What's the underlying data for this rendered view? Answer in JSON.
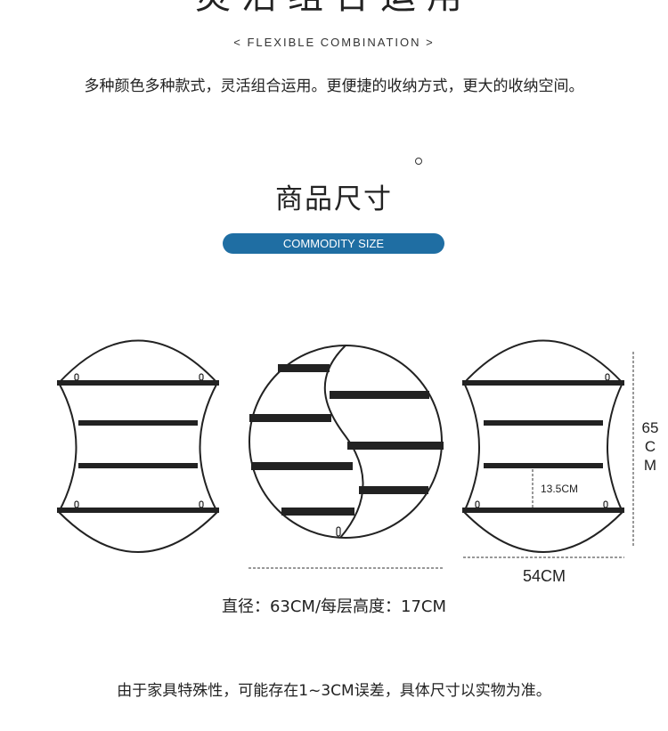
{
  "header": {
    "title_cut": "灵活组合运用",
    "subtitle_en": "< FLEXIBLE COMBINATION >",
    "description": "多种颜色多种款式，灵活组合运用。更便捷的收纳方式，更大的收纳空间。"
  },
  "size_section": {
    "title": "商品尺寸",
    "badge": "COMMODITY SIZE",
    "height_label": "65CM",
    "shelf_gap_label": "13.5CM",
    "width_label": "54CM",
    "spec": "直径：63CM/每层高度：17CM",
    "note": "由于家具特殊性，可能存在1~3CM误差，具体尺寸以实物为准。"
  }
}
